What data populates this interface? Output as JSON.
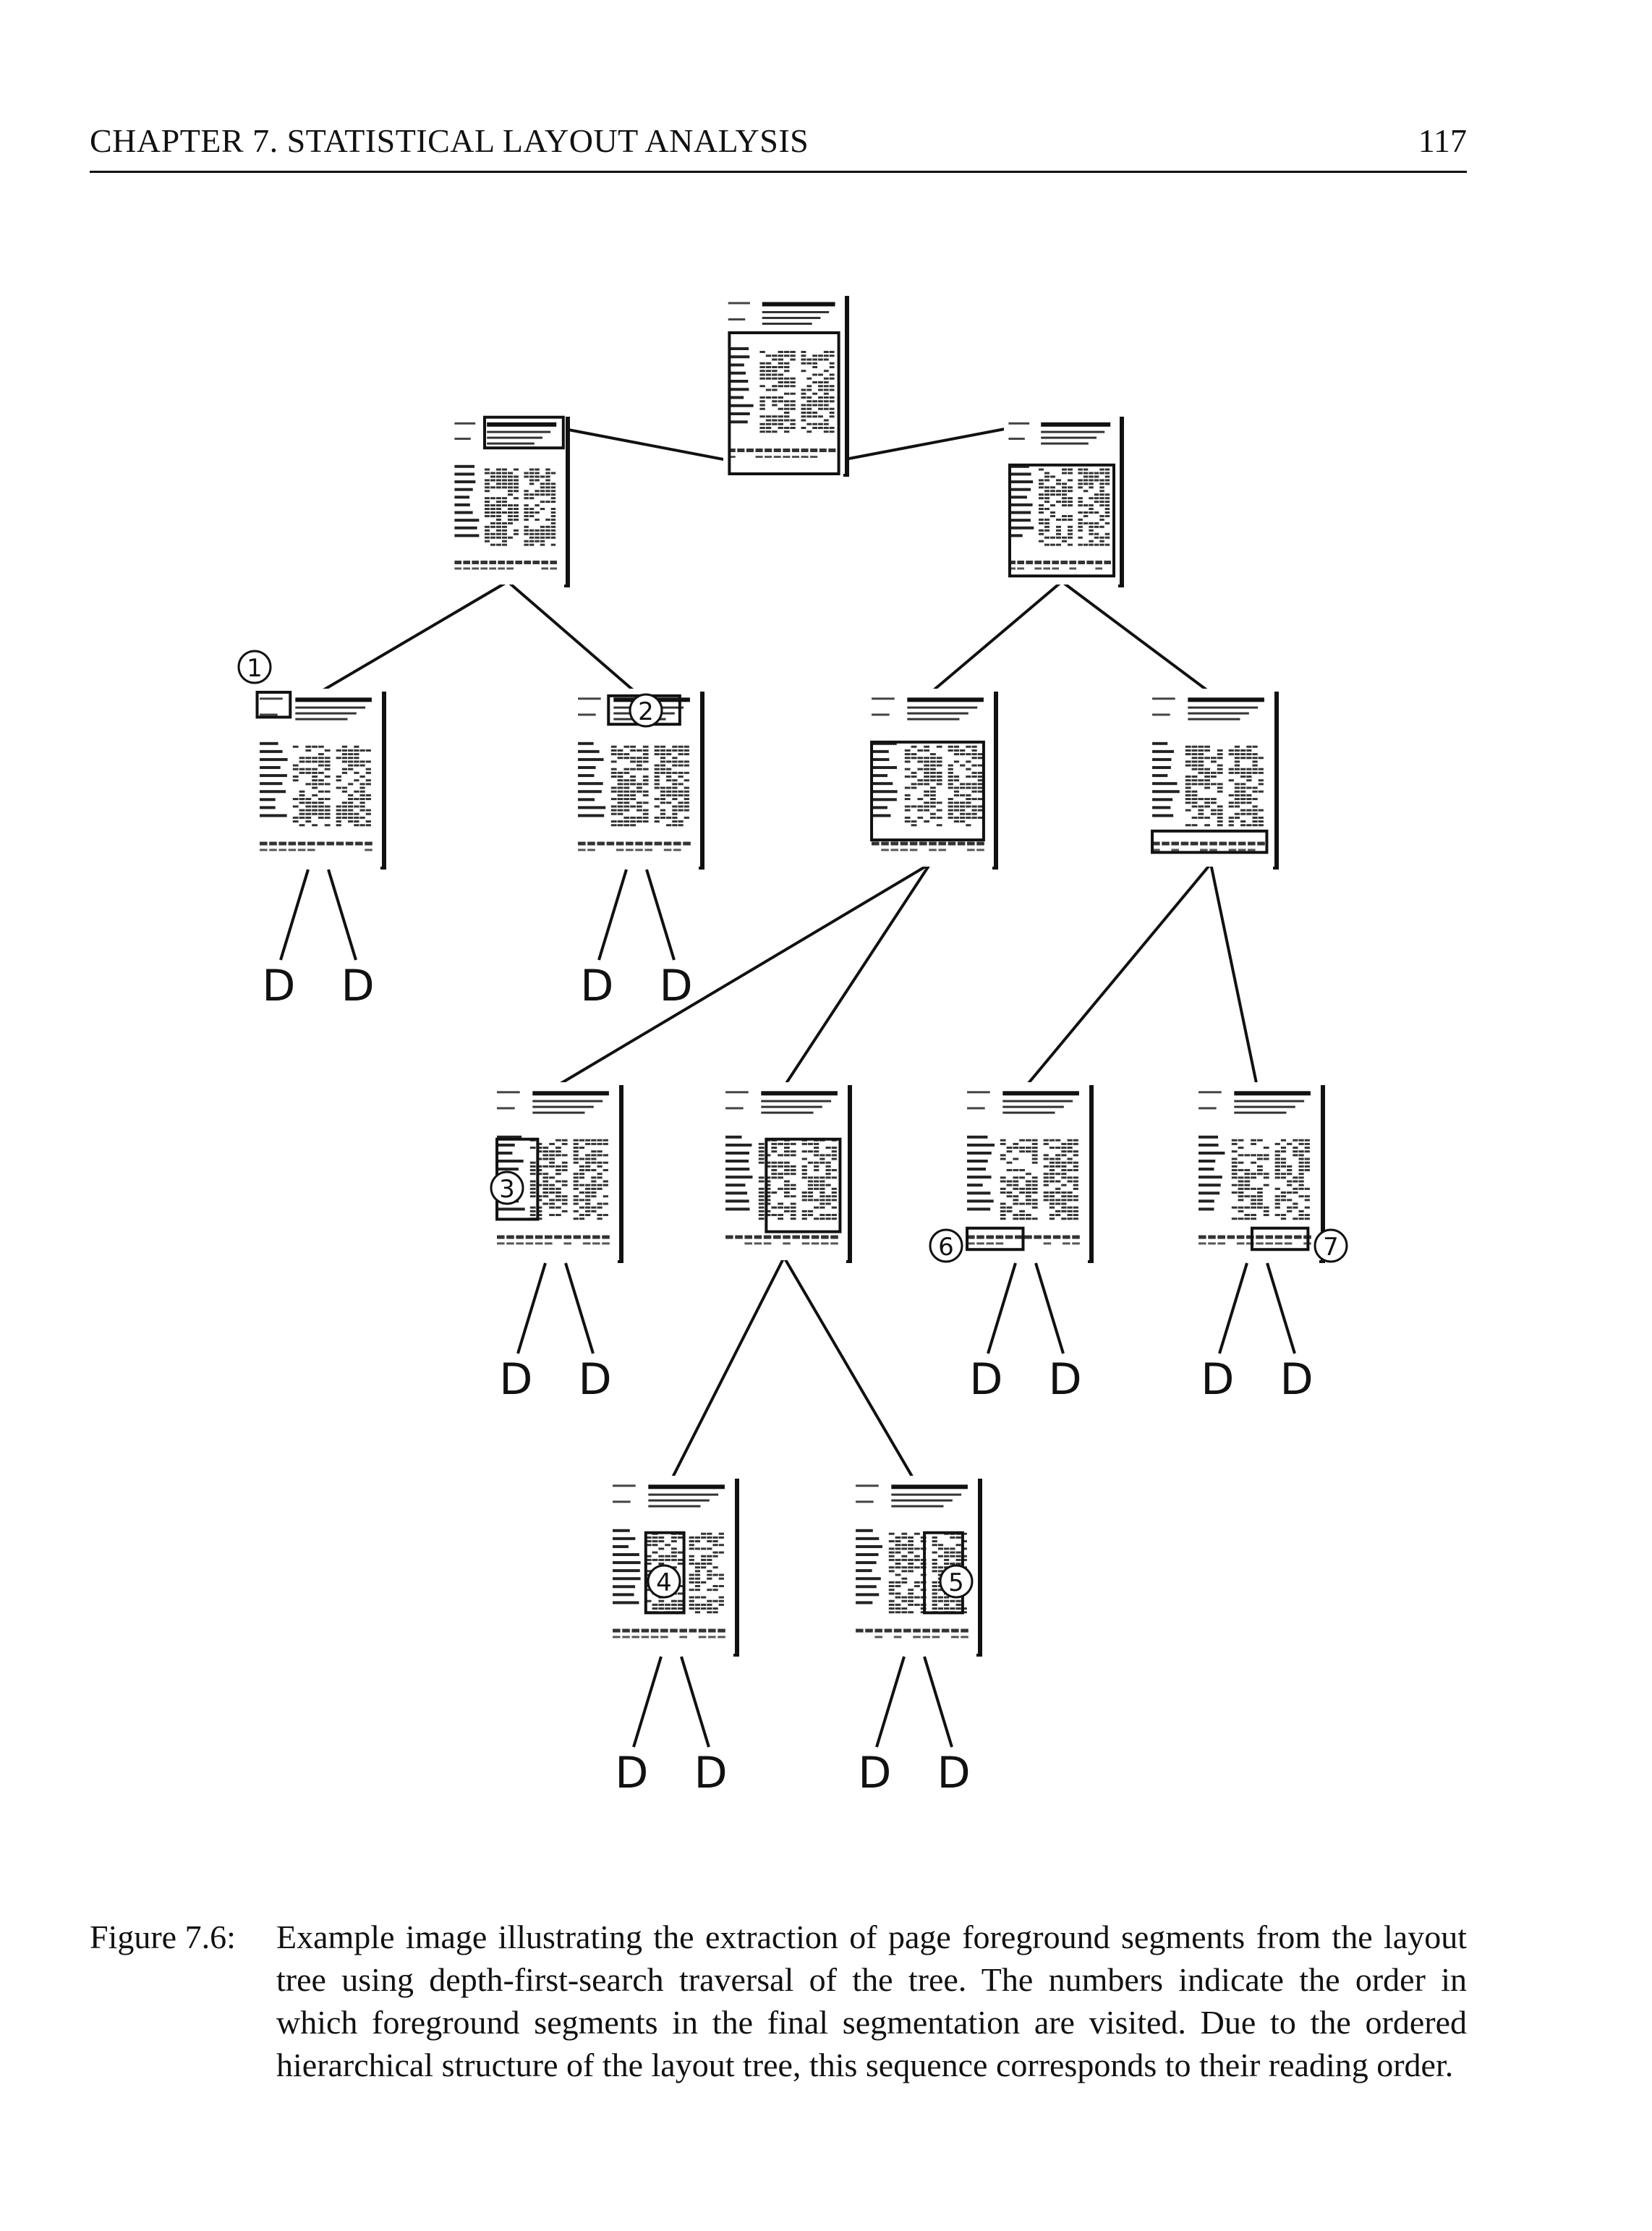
{
  "header": {
    "chapter": "CHAPTER 7.  STATISTICAL LAYOUT ANALYSIS",
    "page_number": "117"
  },
  "figure": {
    "leaf_label": "D",
    "visit_order_labels": [
      "1",
      "2",
      "3",
      "4",
      "5",
      "6",
      "7"
    ]
  },
  "caption": {
    "label": "Figure 7.6:",
    "text": "Example image illustrating the extraction of page foreground segments from the layout tree using depth-first-search traversal of the tree. The numbers indicate the order in which foreground segments in the final segmentation are visited. Due to the ordered hierarchical structure of the layout tree, this sequence corresponds to their reading order."
  }
}
